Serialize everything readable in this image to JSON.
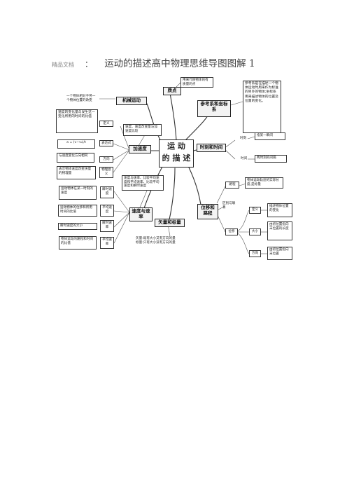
{
  "header": {
    "small_label": "精品文档",
    "colon": "：",
    "title": "运动的描述高中物理思维导图图解 1"
  },
  "center": {
    "line1": "运 动",
    "line2": "的 描 述"
  },
  "topics": {
    "mechanical_motion": "机械运动",
    "particle": "质点",
    "reference_frame": "参考系和坐标系",
    "acceleration": "加速度",
    "time": "时刻和时间",
    "velocity": "速度与速率",
    "vector_scalar": "矢量和标量",
    "displacement": "位移和路程"
  },
  "mechanical_motion": {
    "desc": "一个物体相对于另一个物体位置的改变"
  },
  "particle": {
    "desc": "用来代替物体的有质量的点"
  },
  "reference_frame": {
    "desc": "参考系是在描述一个物体运动时用来作为标准的另外的物体;坐标系用来描述物体的位置及位置的变化。"
  },
  "acceleration": {
    "note": "速度、速度改变量与加速度比较",
    "definition_label": "定义",
    "definition": "速度的变化量与发生这一变化所用的时间的比值",
    "formula_label": "表达式",
    "formula": "a = (v−v₀)/t",
    "direction_label": "方向",
    "direction": "与速度变化方向相同",
    "meaning_label": "物理意义",
    "meaning": "表示物体速度改变快慢的物理量"
  },
  "velocity": {
    "note": "速度与速率、比较平均速度和平均速率、比较平均速度和瞬时速度",
    "instant_label": "瞬时速度",
    "instant": "运动物体在某一时刻的速度",
    "avg_label": "平均速度",
    "avg": "运动物体的位移和所用时间的比值",
    "inst_speed_label": "瞬时速率",
    "inst_speed": "瞬时速度的大小",
    "avg_speed_label": "平均速率",
    "avg_speed": "物体运动的路程和时间的比值"
  },
  "vector_scalar": {
    "desc_vector": "矢量:既有大小又有方向的量",
    "desc_scalar": "标量:只有大小没有方向的量"
  },
  "time": {
    "moment_label": "时刻",
    "moment": "指某一瞬间",
    "interval_label": "时间",
    "interval": "两时刻的间隔"
  },
  "displacement": {
    "path_label": "路程",
    "path": "物体运动轨迹的实际长度,是标量",
    "diff_label": "区别与联系",
    "disp_label": "位移",
    "def_label": "定义",
    "def": "描述物体位置的变化",
    "mag_label": "大小",
    "mag": "由初位置指向末位置的长度",
    "dir_label": "方向",
    "dir": "由初位置指向末位置"
  }
}
